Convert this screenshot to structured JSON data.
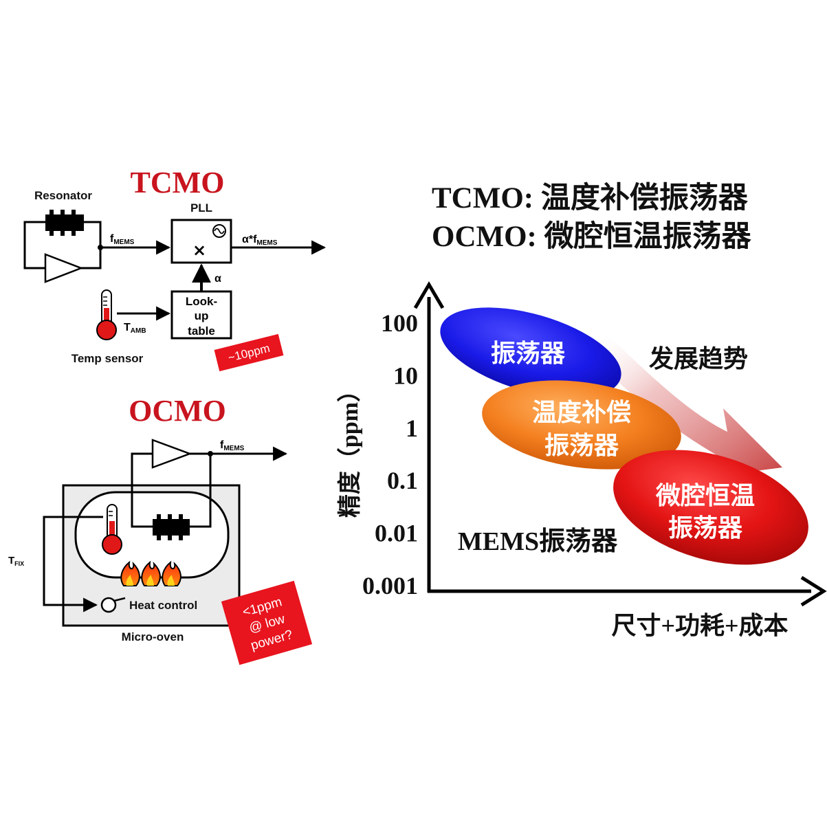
{
  "tcmo": {
    "title": "TCMO",
    "resonator_label": "Resonator",
    "pll_label": "PLL",
    "fmems_f": "f",
    "fmems_sub": "MEMS",
    "out_alpha": "α*f",
    "out_sub": "MEMS",
    "alpha": "α",
    "lut_line1": "Look-",
    "lut_line2": "up",
    "lut_line3": "table",
    "tamb_t": "T",
    "tamb_sub": "AMB",
    "temp_sensor": "Temp sensor",
    "badge": "~10ppm"
  },
  "ocmo": {
    "title": "OCMO",
    "fmems_f": "f",
    "fmems_sub": "MEMS",
    "tfix_t": "T",
    "tfix_sub": "FIX",
    "heat_control": "Heat control",
    "micro_oven": "Micro-oven",
    "badge_line1": "<1ppm",
    "badge_line2": "@ low",
    "badge_line3": "power?"
  },
  "legend": {
    "line1": "TCMO: 温度补偿振荡器",
    "line2": "OCMO: 微腔恒温振荡器"
  },
  "chart_data": {
    "type": "diagram",
    "y_axis_label": "精度（ppm）",
    "x_axis_label": "尺寸+功耗+成本",
    "y_ticks": [
      "100",
      "10",
      "1",
      "0.1",
      "0.01",
      "0.001"
    ],
    "ellipses": [
      {
        "label": "振荡器",
        "color": "#1c1ce0"
      },
      {
        "label_line1": "温度补偿",
        "label_line2": "振荡器",
        "color": "#f07a1a"
      },
      {
        "label_line1": "微腔恒温",
        "label_line2": "振荡器",
        "color": "#e01010"
      }
    ],
    "trend_label": "发展趋势",
    "mems_label": "MEMS振荡器"
  },
  "colors": {
    "title_red": "#c8141e",
    "badge_red": "#e8141e",
    "thermo_red": "#e01818"
  }
}
